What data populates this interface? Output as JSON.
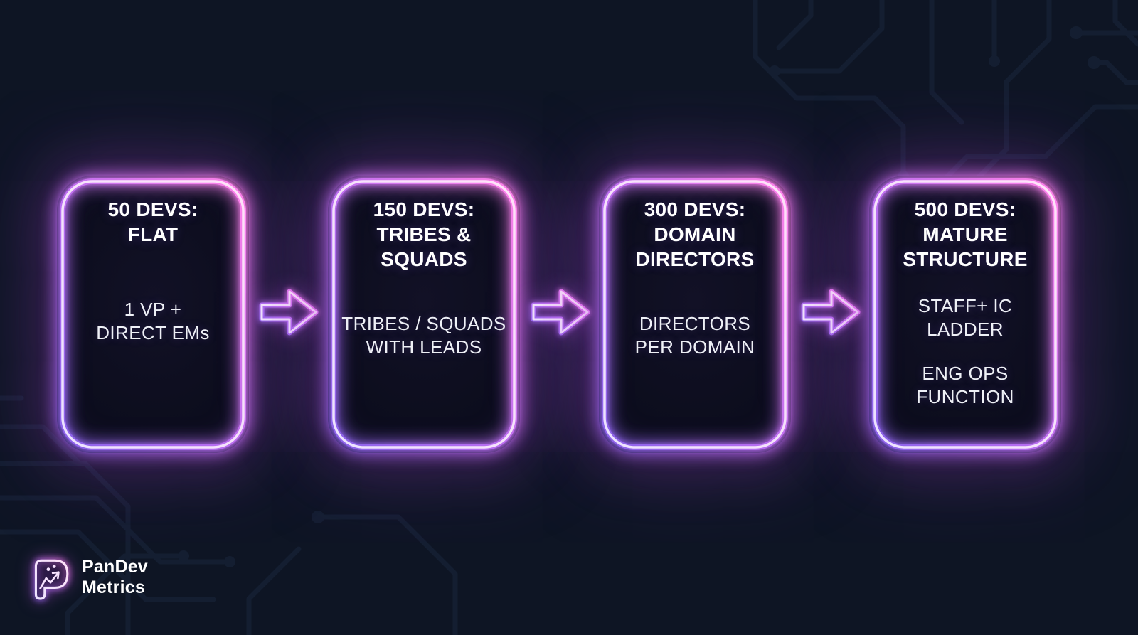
{
  "slide": {
    "background_color": "#0e1524",
    "circuit_trace_color": "#1c2a42",
    "neon_purple": "#8a63ea",
    "neon_pink": "#ff82e9",
    "text_color": "#ffffff"
  },
  "logo": {
    "icon": "pandev-p-trend-icon",
    "line1": "PanDev",
    "line2": "Metrics"
  },
  "cards": [
    {
      "title": "50 DEVS:\nFLAT",
      "body": [
        "1 VP +\nDIRECT EMs"
      ]
    },
    {
      "title": "150 DEVS:\nTRIBES &\nSQUADS",
      "body": [
        "TRIBES / SQUADS\nWITH LEADS"
      ]
    },
    {
      "title": "300 DEVS:\nDOMAIN\nDIRECTORS",
      "body": [
        "DIRECTORS\nPER DOMAIN"
      ]
    },
    {
      "title": "500 DEVS:\nMATURE\nSTRUCTURE",
      "body": [
        "STAFF+ IC\nLADDER",
        "ENG OPS\nFUNCTION"
      ]
    }
  ],
  "arrows": [
    {
      "icon": "arrow-right-icon"
    },
    {
      "icon": "arrow-right-icon"
    },
    {
      "icon": "arrow-right-icon"
    }
  ]
}
